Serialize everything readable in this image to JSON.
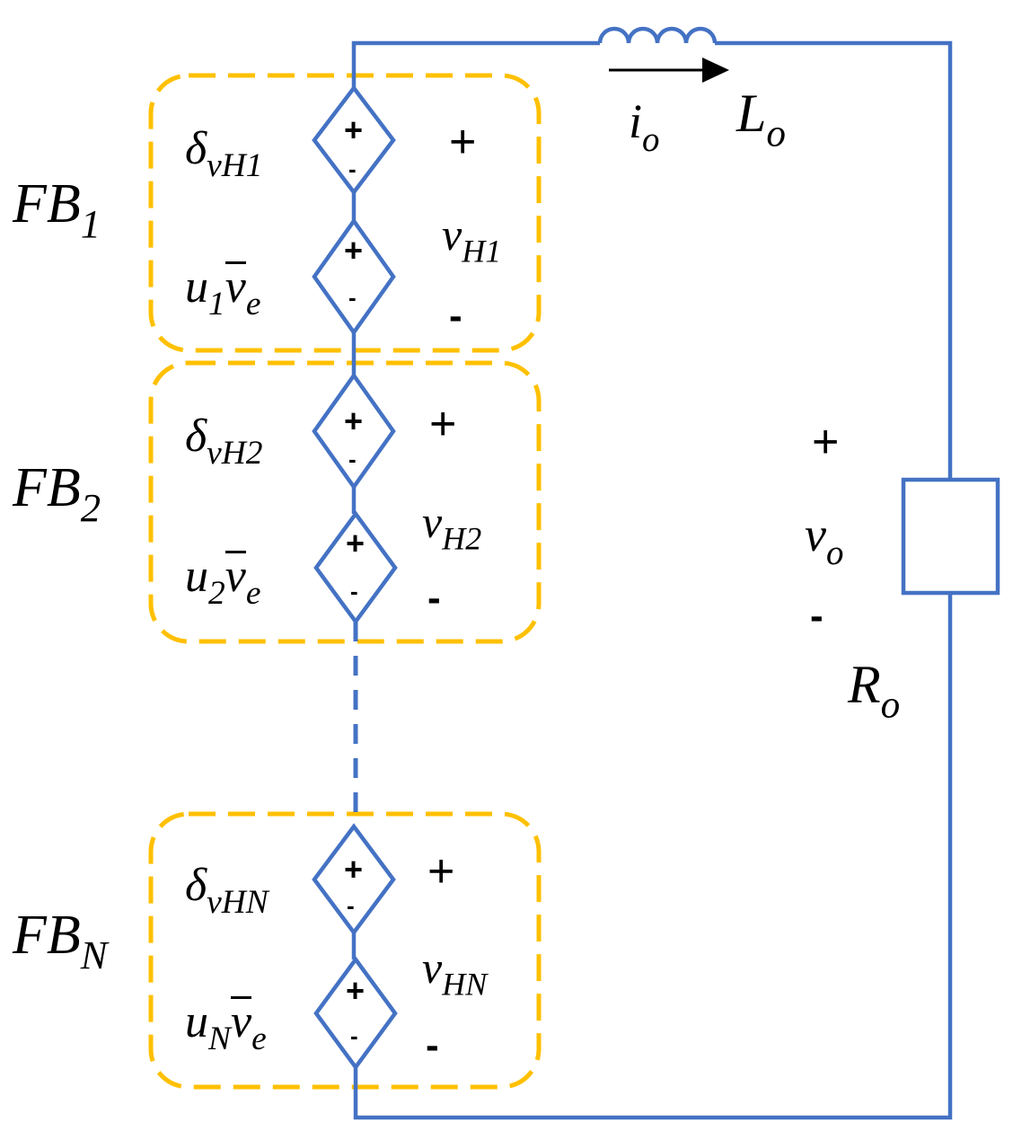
{
  "colors": {
    "wire": "#4472C4",
    "box": "#FFC000",
    "text": "#000000"
  },
  "blocks": [
    {
      "fb_base": "FB",
      "fb_sub": "1",
      "delta_base": "δ",
      "delta_sub": "vH1",
      "u_base": "u",
      "u_sub": "1",
      "v_base": "v",
      "v_sub": "e",
      "vh_base": "v",
      "vh_sub": "H1",
      "plus": "+",
      "minus": "-"
    },
    {
      "fb_base": "FB",
      "fb_sub": "2",
      "delta_base": "δ",
      "delta_sub": "vH2",
      "u_base": "u",
      "u_sub": "2",
      "v_base": "v",
      "v_sub": "e",
      "vh_base": "v",
      "vh_sub": "H2",
      "plus": "+",
      "minus": "-"
    },
    {
      "fb_base": "FB",
      "fb_sub": "N",
      "delta_base": "δ",
      "delta_sub": "vHN",
      "u_base": "u",
      "u_sub": "N",
      "v_base": "v",
      "v_sub": "e",
      "vh_base": "v",
      "vh_sub": "HN",
      "plus": "+",
      "minus": "-"
    }
  ],
  "source_signs": {
    "plus": "+",
    "minus": "-"
  },
  "inductor": {
    "name_base": "L",
    "name_sub": "o",
    "current_base": "i",
    "current_sub": "o"
  },
  "resistor": {
    "name_base": "R",
    "name_sub": "o",
    "voltage_base": "v",
    "voltage_sub": "o",
    "plus": "+",
    "minus": "-"
  }
}
